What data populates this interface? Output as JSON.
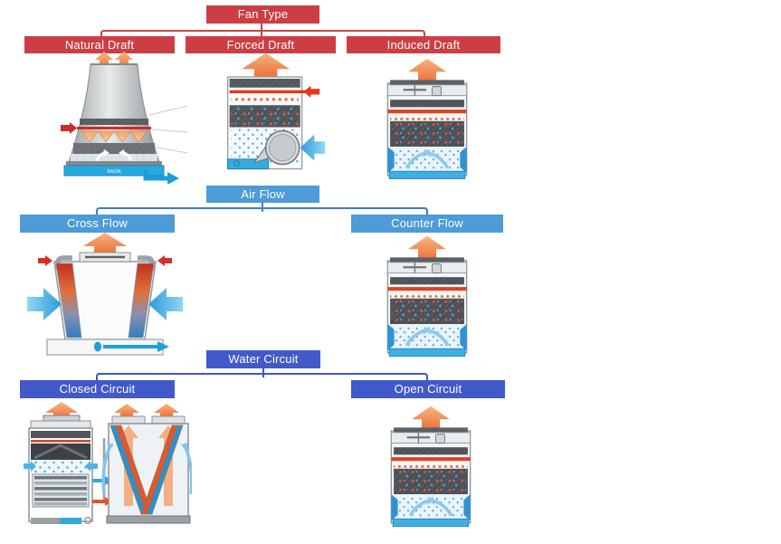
{
  "palette": {
    "fan_type_red": "#cd3e44",
    "air_flow_blue": "#4d9bd7",
    "water_circuit_blue": "#4159c9",
    "hot_air_orange": "#ec6a33",
    "cool_air_blue": "#49b4e8",
    "water_red": "#e0381f",
    "basin_blue": "#2fa9de"
  },
  "sections": [
    {
      "id": "fan-type",
      "parent_label": "Fan Type",
      "children": [
        {
          "label": "Natural Draft"
        },
        {
          "label": "Forced Draft"
        },
        {
          "label": "Induced Draft"
        }
      ]
    },
    {
      "id": "air-flow",
      "parent_label": "Air Flow",
      "children": [
        {
          "label": "Cross Flow"
        },
        {
          "label": "Counter Flow"
        }
      ]
    },
    {
      "id": "water-circuit",
      "parent_label": "Water Circuit",
      "children": [
        {
          "label": "Closed Circuit"
        },
        {
          "label": "Open Circuit"
        }
      ]
    }
  ],
  "labels": {
    "basin": "BASIN"
  }
}
